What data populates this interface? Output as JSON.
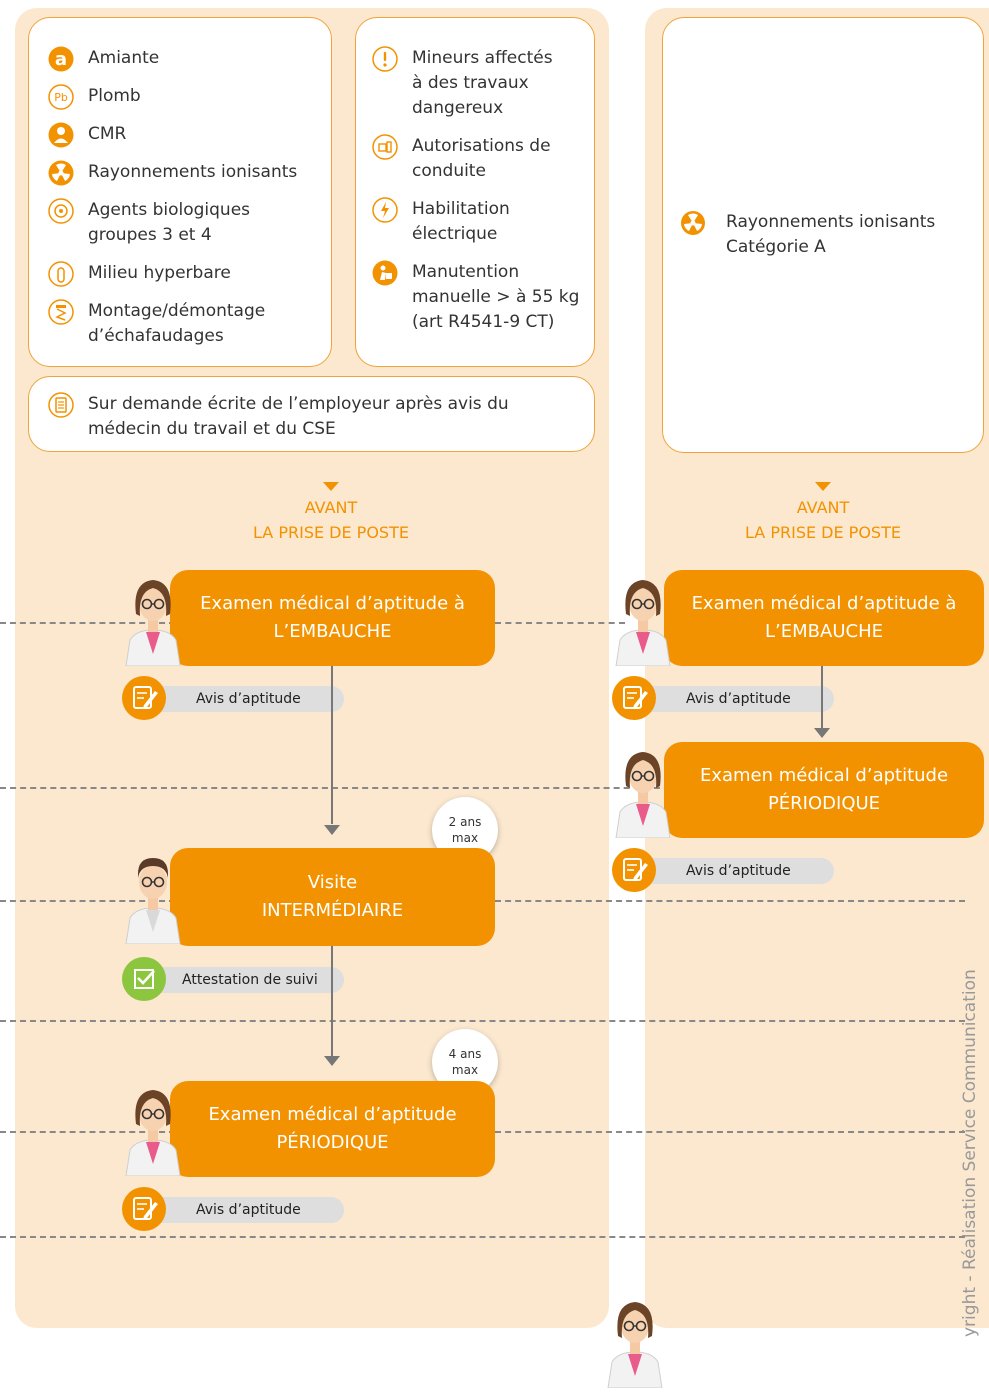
{
  "left_column": {
    "box1_items": [
      {
        "icon": "asbestos-a-icon",
        "label": "Amiante"
      },
      {
        "icon": "lead-pb-icon",
        "label": "Plomb"
      },
      {
        "icon": "cmr-icon",
        "label": "CMR"
      },
      {
        "icon": "radiation-icon",
        "label": "Rayonnements ionisants"
      },
      {
        "icon": "biohazard-icon",
        "label": "Agents biologiques\ngroupes 3 et 4"
      },
      {
        "icon": "diving-tank-icon",
        "label": "Milieu hyperbare"
      },
      {
        "icon": "scaffold-icon",
        "label": "Montage/démontage\nd’échafaudages"
      }
    ],
    "box2_items": [
      {
        "icon": "warning-icon",
        "label": "Mineurs affectés\nà  des travaux\ndangereux"
      },
      {
        "icon": "forklift-icon",
        "label": "Autorisations de\nconduite"
      },
      {
        "icon": "lightning-icon",
        "label": "Habilitation\nélectrique"
      },
      {
        "icon": "lifting-icon",
        "label": "Manutention\nmanuelle > à 55 kg\n(art R4541-9 CT)"
      }
    ],
    "box3_text": "Sur demande écrite de l’employeur après avis du\n médecin du travail et du CSE",
    "avant_line1": "AVANT",
    "avant_line2": "LA PRISE DE POSTE",
    "cards": [
      {
        "line1": "Examen médical d’aptitude à",
        "line2": "L’EMBAUCHE",
        "pill": "Avis d’aptitude"
      },
      {
        "line1": "Visite",
        "line2": "INTERMÉDIAIRE",
        "pill": "Attestation de suivi",
        "badge1": "2 ans",
        "badge2": "max"
      },
      {
        "line1": "Examen médical d’aptitude",
        "line2": "PÉRIODIQUE",
        "pill": "Avis d’aptitude",
        "badge1": "4 ans",
        "badge2": "max"
      }
    ]
  },
  "right_column": {
    "item": {
      "icon": "radiation-icon",
      "label": "Rayonnements ionisants\nCatégorie A"
    },
    "avant_line1": "AVANT",
    "avant_line2": "LA PRISE DE POSTE",
    "cards": [
      {
        "line1": "Examen médical d’aptitude à",
        "line2": "L’EMBAUCHE",
        "pill": "Avis d’aptitude"
      },
      {
        "line1": "Examen médical d’aptitude",
        "line2": "PÉRIODIQUE",
        "pill": "Avis d’aptitude"
      }
    ]
  },
  "vertical_caption": "yright - Réalisation Service Communication",
  "colors": {
    "orange": "#f39200",
    "panel": "#fbe8cf",
    "green": "#8cc63f",
    "pill": "#dedede"
  }
}
